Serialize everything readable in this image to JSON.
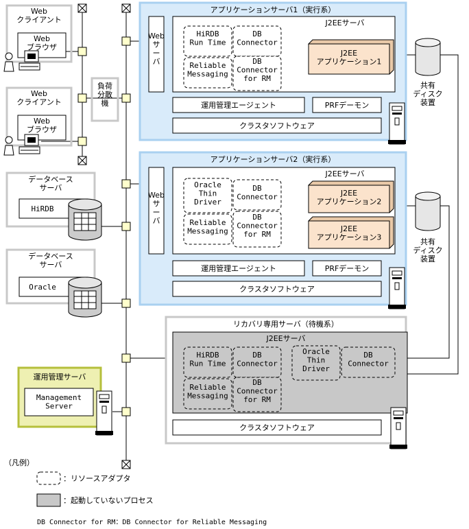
{
  "web_clients": [
    {
      "title": "Web\nクライアント",
      "browser": "Web\nブラウザ"
    },
    {
      "title": "Web\nクライアント",
      "browser": "Web\nブラウザ"
    }
  ],
  "load_balancer": "負荷\n分散\n機",
  "db_servers": [
    {
      "title": "データベース\nサーバ",
      "db": "HiRDB"
    },
    {
      "title": "データベース\nサーバ",
      "db": "Oracle"
    }
  ],
  "mgmt_server": {
    "title": "運用管理サーバ",
    "inner": "Management\nServer"
  },
  "app_server1": {
    "title": "アプリケーションサーバ1（実行系）",
    "web_server": "Web\nサ\nー\nバ",
    "j2ee_title": "J2EEサーバ",
    "adapters": [
      "HiRDB\nRun Time",
      "DB\nConnector",
      "Reliable\nMessaging",
      "DB\nConnector\nfor RM"
    ],
    "apps": [
      "J2EE\nアプリケーション1"
    ],
    "agent": "運用管理エージェント",
    "prf": "PRFデーモン",
    "cluster": "クラスタソフトウェア"
  },
  "app_server2": {
    "title": "アプリケーションサーバ2（実行系）",
    "web_server": "Web\nサ\nー\nバ",
    "j2ee_title": "J2EEサーバ",
    "adapters": [
      "Oracle\nThin\nDriver",
      "DB\nConnector",
      "Reliable\nMessaging",
      "DB\nConnector\nfor RM"
    ],
    "apps": [
      "J2EE\nアプリケーション2",
      "J2EE\nアプリケーション3"
    ],
    "agent": "運用管理エージェント",
    "prf": "PRFデーモン",
    "cluster": "クラスタソフトウェア"
  },
  "recovery_server": {
    "title": "リカバリ専用サーバ（待機系）",
    "j2ee_title": "J2EEサーバ",
    "adapters": [
      "HiRDB\nRun Time",
      "DB\nConnector",
      "Oracle\nThin\nDriver",
      "DB\nConnector",
      "Reliable\nMessaging",
      "DB\nConnector\nfor RM"
    ],
    "cluster": "クラスタソフトウェア"
  },
  "shared_disks": [
    "共有\nディスク\n装置",
    "共有\nディスク\n装置"
  ],
  "legend": {
    "title": "（凡例）",
    "adapter": "：リソースアダプタ",
    "inactive": "：起動していないプロセス",
    "note": "DB Connector for RM：DB Connector for Reliable Messaging"
  },
  "colors": {
    "blue_fill": "#d9ebfa",
    "blue_border": "#a9d0f0",
    "gray": "#c8c8c8",
    "app_fill": "#fbe3cc",
    "mgmt_fill": "#eef0b2",
    "mgmt_border": "#b5bf3b",
    "node_fill": "#ffffcc"
  }
}
